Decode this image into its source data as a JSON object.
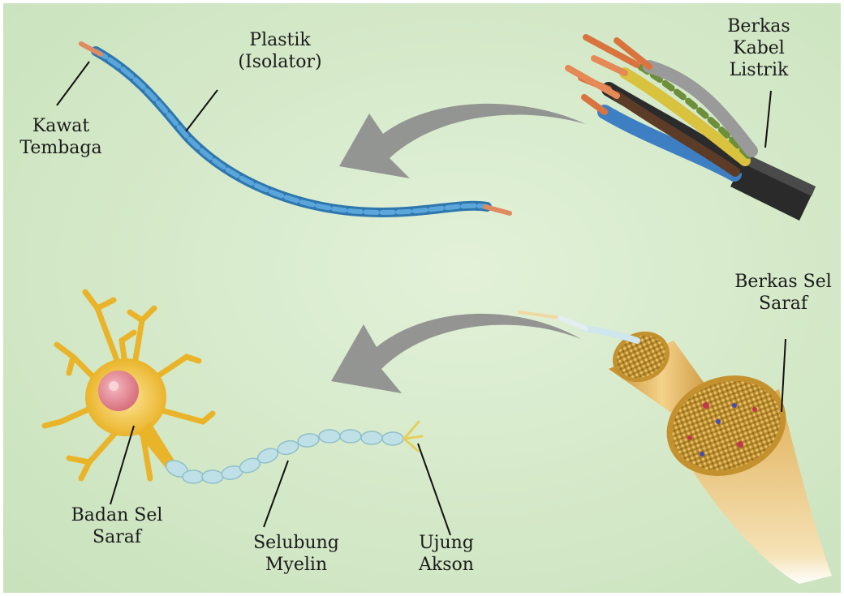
{
  "labels": {
    "plastik": [
      "Plastik",
      "(Isolator)"
    ],
    "kawat": [
      "Kawat",
      "Tembaga"
    ],
    "berkas_kabel": [
      "Berkas",
      "Kabel",
      "Listrik"
    ],
    "berkas_sel": [
      "Berkas Sel",
      "Saraf"
    ],
    "badan_sel": [
      "Badan Sel",
      "Saraf"
    ],
    "selubung": [
      "Selubung",
      "Myelin"
    ],
    "ujung_akson": [
      "Ujung",
      "Akson"
    ]
  },
  "colors": {
    "background": "#d8ebcd",
    "wire_insulation": "#3f8fc9",
    "copper": "#e08a5f",
    "arrow": "#8d8d8d",
    "neuron_body": "#f2c23a",
    "myelin": "#bfe0e6",
    "nerve_bundle": "#e3b45a"
  }
}
